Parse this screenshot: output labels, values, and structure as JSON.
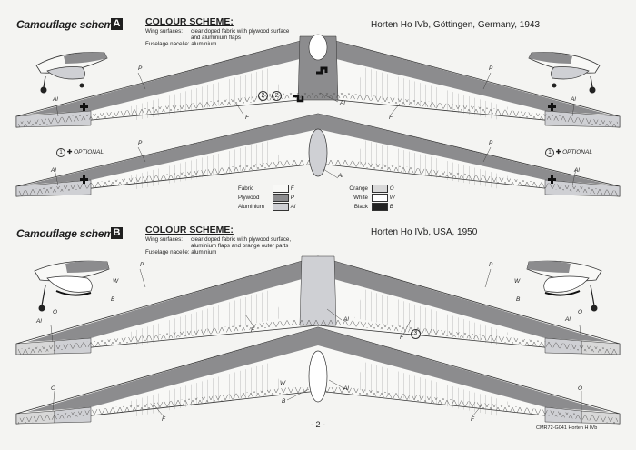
{
  "colors": {
    "fabric": "#f8f8f6",
    "plywood": "#8c8c8e",
    "aluminium": "#cfd0d4",
    "orange": "#d8d8d8",
    "white": "#ffffff",
    "black": "#222222",
    "ink": "#1e1e1e"
  },
  "scheme_a": {
    "title": "Camouflage scheme",
    "badge": "A",
    "cs_title": "COLOUR SCHEME:",
    "wing_label": "Wing surfaces:",
    "wing_value_1": "clear doped fabric with plywood surface",
    "wing_value_2": "and aluminium flaps",
    "fuselage_label": "Fuselage nacelle:",
    "fuselage_value": "aluminium",
    "heading": "Horten Ho IVb, Göttingen, Germany, 1943",
    "optional": "OPTIONAL",
    "callout_1": "1",
    "callout_2a": "2",
    "callout_2b": "2",
    "plus": "+"
  },
  "scheme_b": {
    "title": "Camouflage scheme",
    "badge": "B",
    "cs_title": "COLOUR SCHEME:",
    "wing_label": "Wing surfaces:",
    "wing_value_1": "clear doped fabric with plywood surface,",
    "wing_value_2": "aluminium flaps and orange outer parts",
    "fuselage_label": "Fuselage nacelle:",
    "fuselage_value": "aluminium",
    "heading": "Horten Ho IVb, USA, 1950",
    "callout_3": "3"
  },
  "legend": [
    {
      "name": "Fabric",
      "code": "F",
      "color": "fabric"
    },
    {
      "name": "Plywood",
      "code": "P",
      "color": "plywood"
    },
    {
      "name": "Aluminium",
      "code": "Al",
      "color": "aluminium"
    },
    {
      "name": "Orange",
      "code": "O",
      "color": "orange"
    },
    {
      "name": "White",
      "code": "W",
      "color": "white"
    },
    {
      "name": "Black",
      "code": "B",
      "color": "black"
    }
  ],
  "labels": {
    "P": "P",
    "F": "F",
    "Al": "Al",
    "O": "O",
    "W": "W",
    "B": "B"
  },
  "footer": {
    "page": "- 2 -",
    "code": "CMR72-G041 Horten H IVb"
  }
}
